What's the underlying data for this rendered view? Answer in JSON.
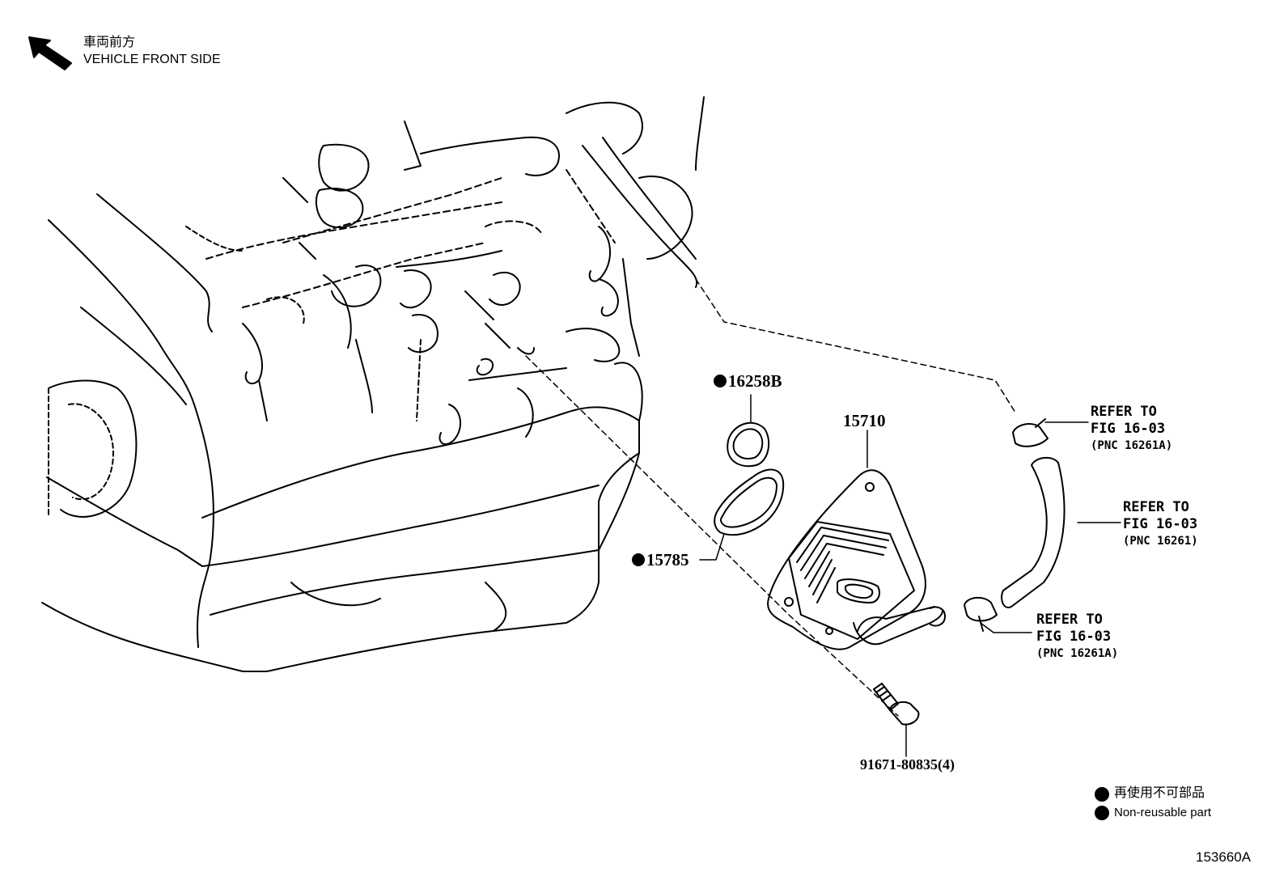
{
  "header": {
    "direction_jp": "車両前方",
    "direction_en": "VEHICLE FRONT SIDE"
  },
  "parts": {
    "p16258b": "16258B",
    "p15785": "15785",
    "p15710": "15710",
    "bolt": "91671-80835(4)"
  },
  "refs": [
    {
      "line1": "REFER TO",
      "line2": "FIG 16-03",
      "line3": "(PNC 16261A)"
    },
    {
      "line1": "REFER TO",
      "line2": "FIG 16-03",
      "line3": "(PNC 16261)"
    },
    {
      "line1": "REFER TO",
      "line2": "FIG 16-03",
      "line3": "(PNC 16261A)"
    }
  ],
  "legend": {
    "jp": "再使用不可部品",
    "en": "Non-reusable part"
  },
  "figure_id": "153660A",
  "icons": {
    "front_arrow": "arrow-up-left-icon",
    "non_reusable_marker": "filled-circle-icon"
  }
}
